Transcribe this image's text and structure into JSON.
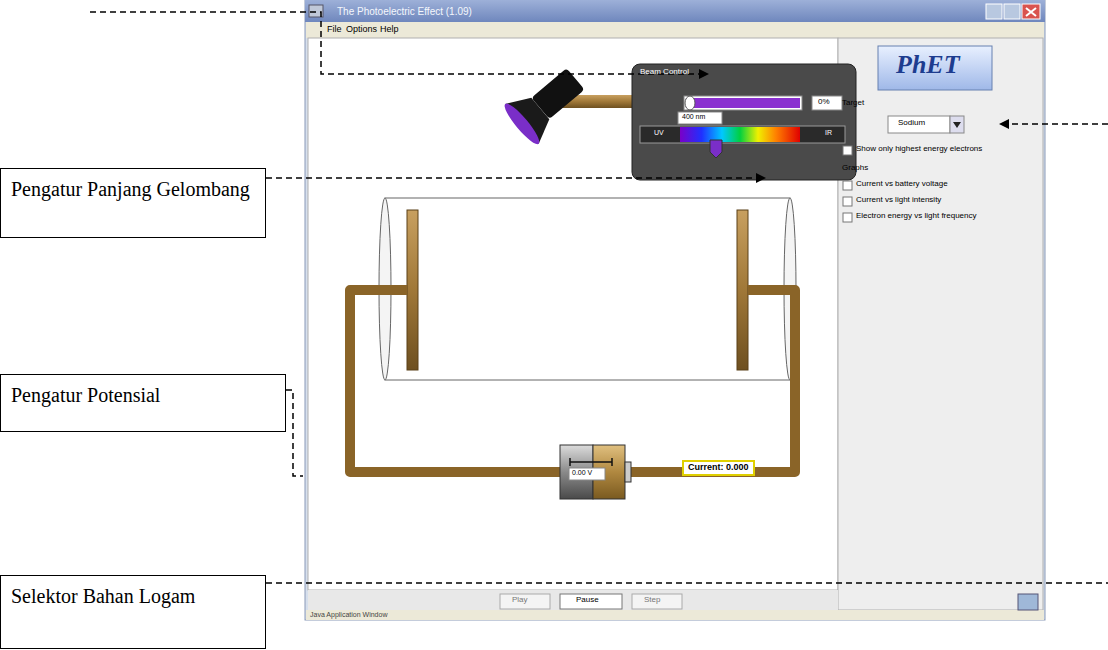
{
  "diagram": {
    "nodes": [
      {
        "text": [
          "Pengatur Panjang Gelombang"
        ]
      },
      {
        "text": [
          "Pengatur Potensial"
        ]
      },
      {
        "text": [
          "Selektor Bahan Logam"
        ]
      }
    ],
    "labels": [
      "The Photoelectric Effect (1.09)",
      "File",
      "Options",
      "Help",
      "Beam Control",
      "0%",
      "400 nm",
      "UV",
      "IR",
      "PhET",
      "Target",
      "Sodium",
      "Show only highest energy electrons",
      "Graphs",
      "Current vs battery voltage",
      "Current vs light intensity",
      "Electron energy vs light frequency",
      "0.00 V",
      "Current: 0.000",
      "Play",
      "Pause",
      "Step",
      "Java Application Window"
    ]
  }
}
